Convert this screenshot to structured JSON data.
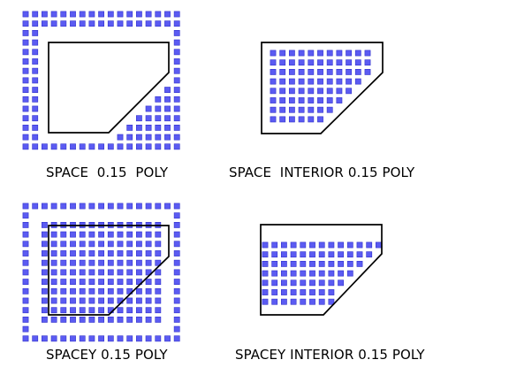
{
  "panels": [
    {
      "id": "space",
      "caption": "SPACE  0.15  POLY",
      "mode": "space"
    },
    {
      "id": "space-interior",
      "caption": "SPACE  INTERIOR 0.15 POLY",
      "mode": "interior"
    },
    {
      "id": "spacey",
      "caption": "SPACEY 0.15 POLY",
      "mode": "spacey"
    },
    {
      "id": "spacey-interior",
      "caption": "SPACEY INTERIOR 0.15 POLY",
      "mode": "spacey-interior"
    }
  ],
  "colors": {
    "fill_square": "#5b5bf2",
    "outline": "#000000",
    "background": "#ffffff"
  }
}
